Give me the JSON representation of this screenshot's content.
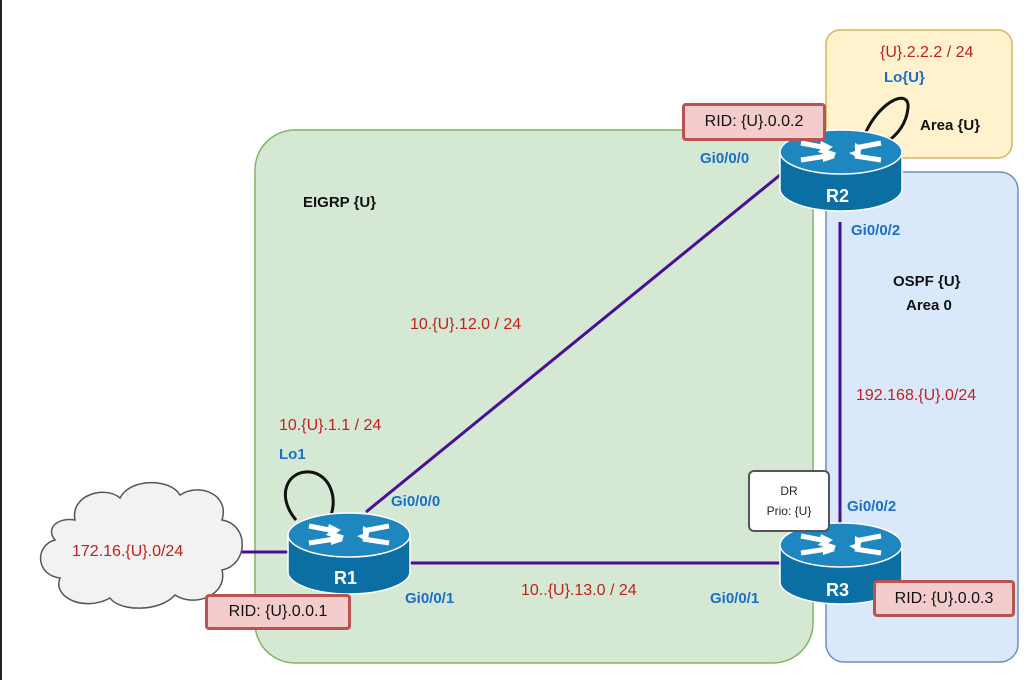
{
  "regions": {
    "eigrp": {
      "label": "EIGRP {U}"
    },
    "ospf": {
      "label_line1": "OSPF {U}",
      "label_line2": "Area 0"
    },
    "area_u": {
      "label": "Area {U}"
    }
  },
  "routers": {
    "r1": {
      "name": "R1",
      "rid": "RID: {U}.0.0.1"
    },
    "r2": {
      "name": "R2",
      "rid": "RID: {U}.0.0.2"
    },
    "r3": {
      "name": "R3",
      "rid": "RID: {U}.0.0.3"
    }
  },
  "interfaces": {
    "r1_gi000": "Gi0/0/0",
    "r1_gi001": "Gi0/0/1",
    "r2_gi000": "Gi0/0/0",
    "r2_gi002": "Gi0/0/2",
    "r3_gi001": "Gi0/0/1",
    "r3_gi002": "Gi0/0/2",
    "r1_lo": "Lo1",
    "r2_lo": "Lo{U}"
  },
  "networks": {
    "r1_r2": "10.{U}.12.0 / 24",
    "r1_r3": "10..{U}.13.0 / 24",
    "r2_r3": "192.168.{U}.0/24",
    "r1_loopback": "10.{U}.1.1 / 24",
    "r2_loopback": "{U}.2.2.2 / 24",
    "external": "172.16.{U}.0/24"
  },
  "dr_box": {
    "line1": "DR",
    "line2": "Prio:  {U}"
  },
  "colors": {
    "eigrp_fill": "#d5e8d4",
    "eigrp_stroke": "#82b366",
    "ospf_fill": "#dae8fc",
    "ospf_stroke": "#6c8ebf",
    "area_fill": "#fff2cc",
    "area_stroke": "#d6b656",
    "link": "#4b0f96",
    "router": "#0b6fa4",
    "label_red": "#c0211b",
    "label_blue": "#1a6fc8"
  }
}
